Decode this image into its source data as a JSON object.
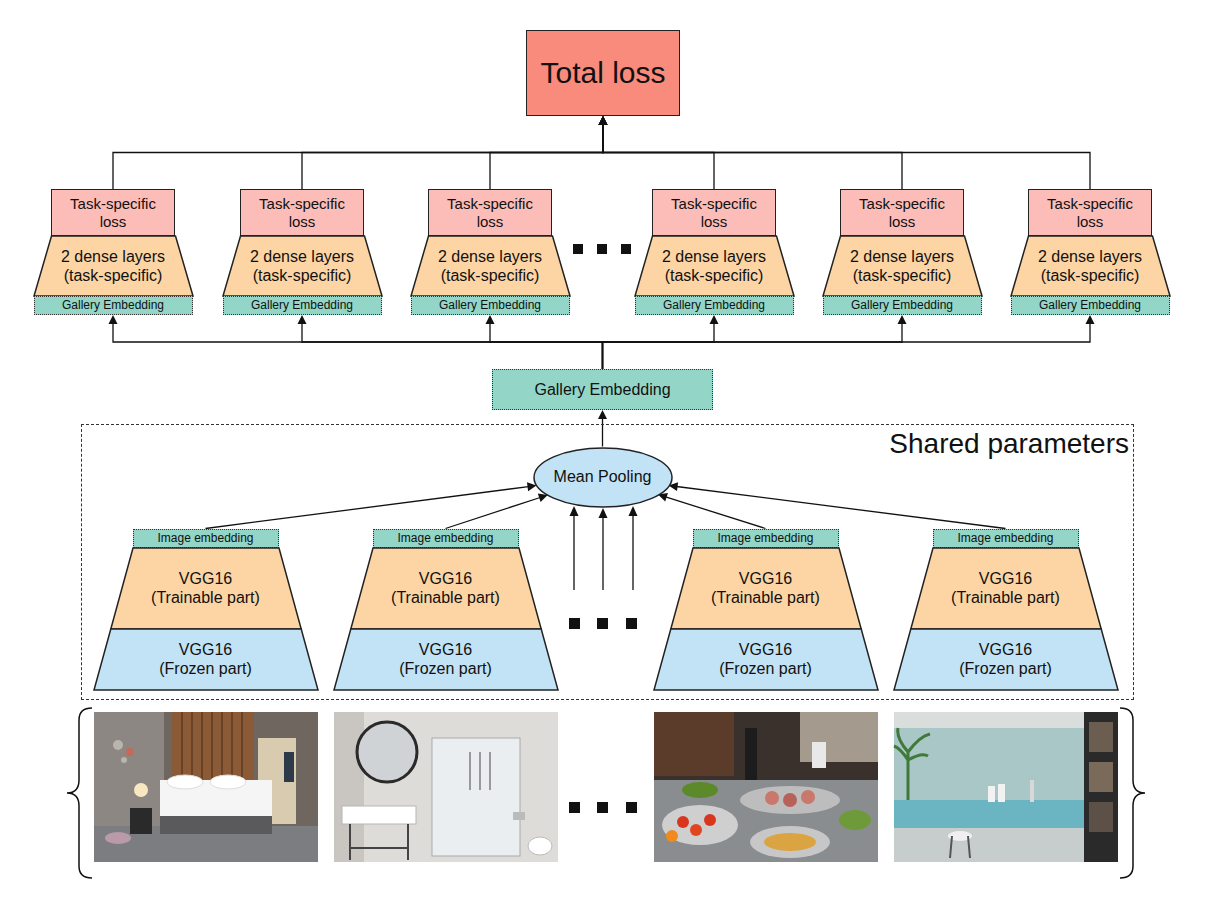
{
  "diagram": {
    "nodes": [
      {
        "text": [
          "Total loss"
        ]
      },
      {
        "text": [
          "Task-specific loss"
        ]
      },
      {
        "text": [
          "Task-specific loss"
        ]
      },
      {
        "text": [
          "Task-specific loss"
        ]
      },
      {
        "text": [
          "Task-specific loss"
        ]
      },
      {
        "text": [
          "Task-specific loss"
        ]
      },
      {
        "text": [
          "Task-specific loss"
        ]
      },
      {
        "text": [
          "2 dense layers (task-specific)"
        ]
      },
      {
        "text": [
          "2 dense layers (task-specific)"
        ]
      },
      {
        "text": [
          "2 dense layers (task-specific)"
        ]
      },
      {
        "text": [
          "2 dense layers (task-specific)"
        ]
      },
      {
        "text": [
          "2 dense layers (task-specific)"
        ]
      },
      {
        "text": [
          "2 dense layers (task-specific)"
        ]
      },
      {
        "text": [
          "Gallery Embedding"
        ]
      },
      {
        "text": [
          "Gallery Embedding"
        ]
      },
      {
        "text": [
          "Gallery Embedding"
        ]
      },
      {
        "text": [
          "Gallery Embedding"
        ]
      },
      {
        "text": [
          "Gallery Embedding"
        ]
      },
      {
        "text": [
          "Gallery Embedding"
        ]
      },
      {
        "text": [
          "Gallery Embedding"
        ]
      },
      {
        "text": [
          "Shared parameters"
        ]
      },
      {
        "text": [
          "Mean Pooling"
        ],
        "in": 20
      },
      {
        "text": [
          "Image embedding"
        ],
        "in": 20
      },
      {
        "text": [
          "Image embedding"
        ],
        "in": 20
      },
      {
        "text": [
          "Image embedding"
        ],
        "in": 20
      },
      {
        "text": [
          "Image embedding"
        ],
        "in": 20
      },
      {
        "text": [
          "VGG16 (Trainable part)"
        ],
        "in": 20
      },
      {
        "text": [
          "VGG16 (Trainable part)"
        ],
        "in": 20
      },
      {
        "text": [
          "VGG16 (Trainable part)"
        ],
        "in": 20
      },
      {
        "text": [
          "VGG16 (Trainable part)"
        ],
        "in": 20
      },
      {
        "text": [
          "VGG16 (Frozen part)"
        ],
        "in": 20
      },
      {
        "text": [
          "VGG16 (Frozen part)"
        ],
        "in": 20
      },
      {
        "text": [
          "VGG16 (Frozen part)"
        ],
        "in": 20
      },
      {
        "text": [
          "VGG16 (Frozen part)"
        ],
        "in": 20
      }
    ],
    "edges": [
      {
        "from": 1,
        "to": 0,
        "arrow": "to"
      },
      {
        "from": 2,
        "to": 0,
        "arrow": "to"
      },
      {
        "from": 3,
        "to": 0,
        "arrow": "to"
      },
      {
        "from": 4,
        "to": 0,
        "arrow": "to"
      },
      {
        "from": 5,
        "to": 0,
        "arrow": "to"
      },
      {
        "from": 6,
        "to": 0,
        "arrow": "to"
      },
      {
        "from": 19,
        "to": 13,
        "arrow": "to"
      },
      {
        "from": 19,
        "to": 14,
        "arrow": "to"
      },
      {
        "from": 19,
        "to": 15,
        "arrow": "to"
      },
      {
        "from": 19,
        "to": 16,
        "arrow": "to"
      },
      {
        "from": 19,
        "to": 17,
        "arrow": "to"
      },
      {
        "from": 19,
        "to": 18,
        "arrow": "to"
      },
      {
        "from": 21,
        "to": 19,
        "arrow": "to"
      },
      {
        "from": 22,
        "to": 21,
        "arrow": "to"
      },
      {
        "from": 23,
        "to": 21,
        "arrow": "to"
      },
      {
        "from": 24,
        "to": 21,
        "arrow": "to"
      },
      {
        "from": 25,
        "to": 21,
        "arrow": "to"
      }
    ]
  }
}
